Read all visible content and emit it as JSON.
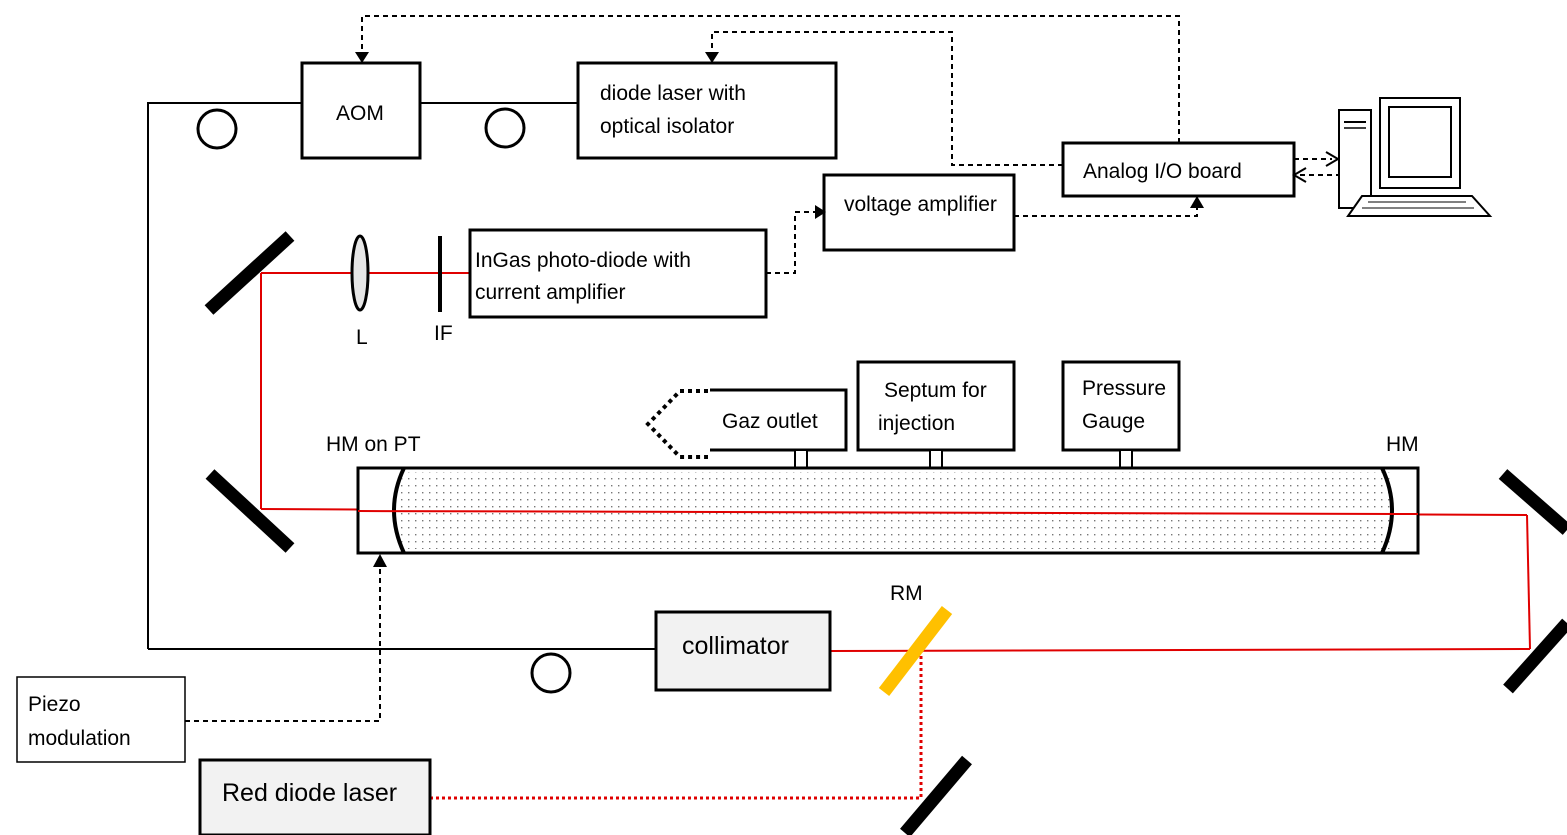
{
  "components": {
    "aom": "AOM",
    "diode_laser": [
      "diode laser with",
      "optical isolator"
    ],
    "analog_board": "Analog I/O board",
    "voltage_amplifier": "voltage amplifier",
    "photodiode": [
      "InGas photo-diode with",
      "current amplifier"
    ],
    "gaz_outlet": "Gaz outlet",
    "septum": [
      "Septum for",
      "injection"
    ],
    "pressure_gauge": [
      "Pressure",
      "Gauge"
    ],
    "collimator": "collimator",
    "piezo_modulation": [
      "Piezo",
      "modulation"
    ],
    "red_diode_laser": "Red diode laser"
  },
  "labels": {
    "lens": "L",
    "filter": "IF",
    "hm_on_pt": "HM on PT",
    "hm": "HM",
    "rm": "RM"
  },
  "colors": {
    "laser_beam": "#e00000",
    "red_mirror": "#ffc000",
    "grey_box": "#f2f2f2"
  },
  "icons": [
    "computer-icon"
  ]
}
